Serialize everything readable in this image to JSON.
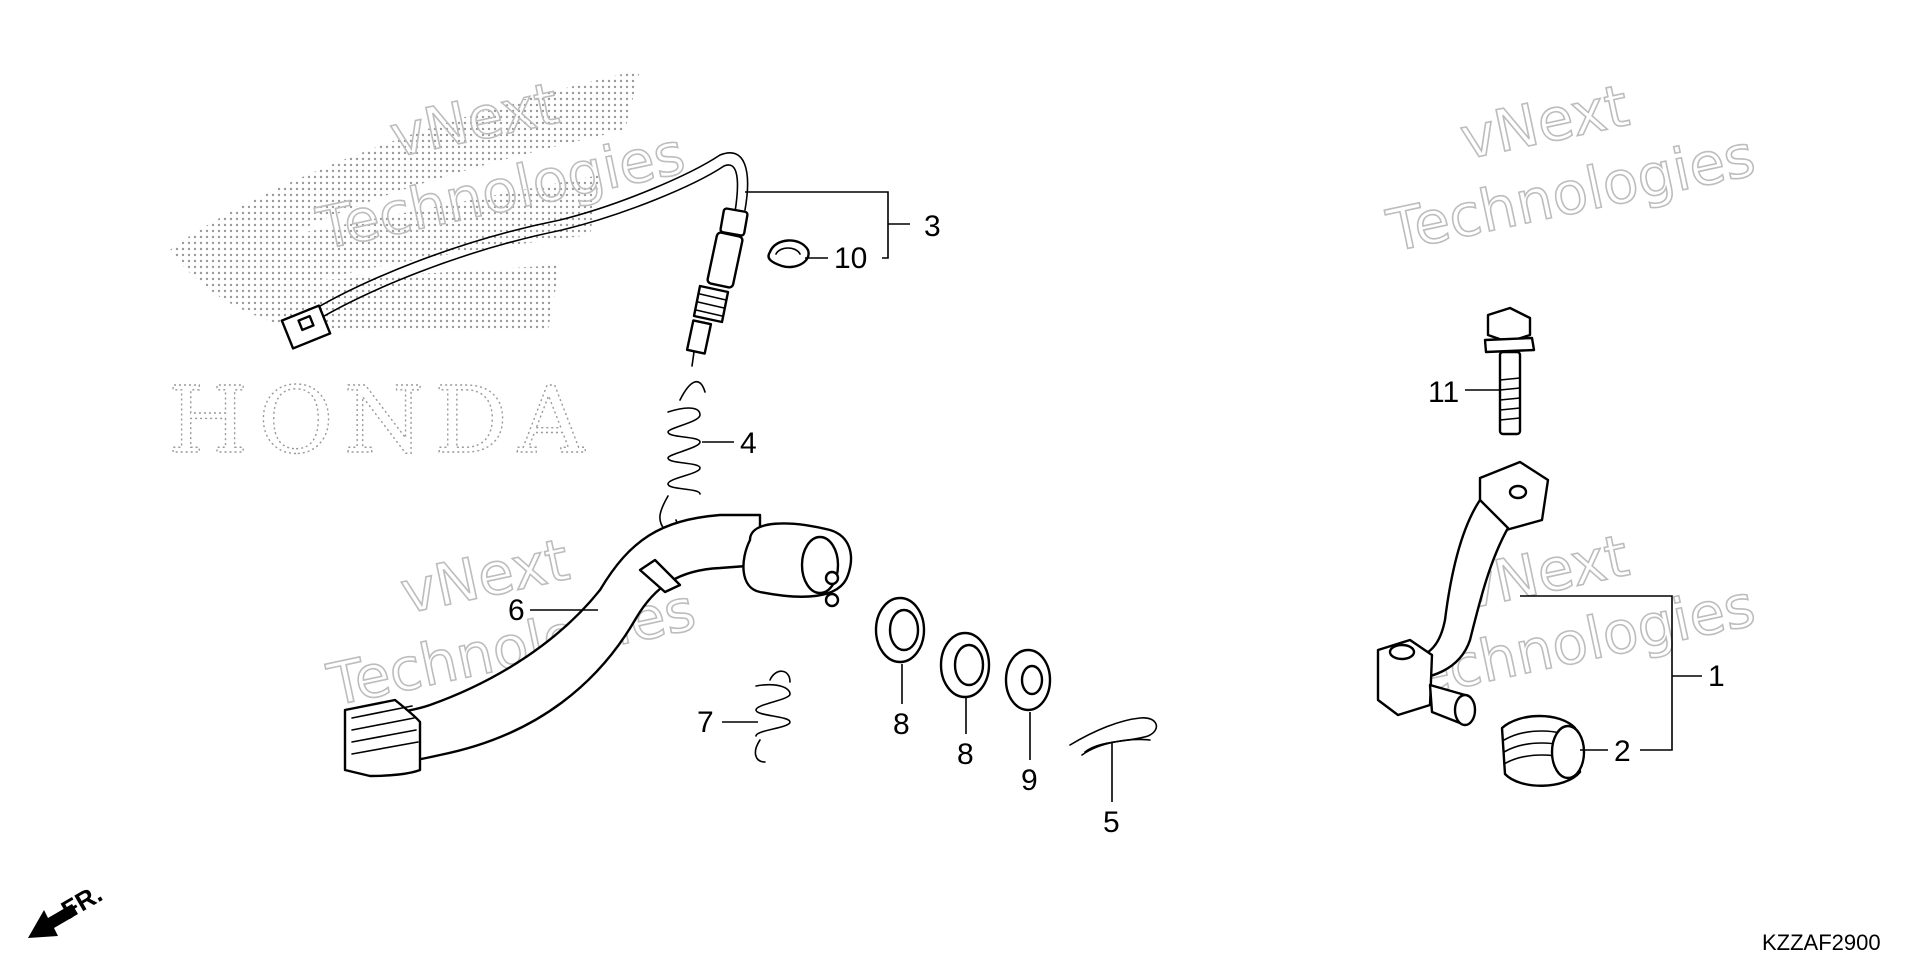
{
  "watermark": {
    "line1": "vNext",
    "line2": "Technologies",
    "brand": "HONDA"
  },
  "diagram_code": "KZZAF2900",
  "direction_label": "FR.",
  "callouts": {
    "c1": "1",
    "c2": "2",
    "c3": "3",
    "c4": "4",
    "c5": "5",
    "c6": "6",
    "c7": "7",
    "c8a": "8",
    "c8b": "8",
    "c9": "9",
    "c10": "10",
    "c11": "11"
  },
  "colors": {
    "line": "#000000",
    "background": "#ffffff",
    "watermark": "#bdbdbd"
  }
}
